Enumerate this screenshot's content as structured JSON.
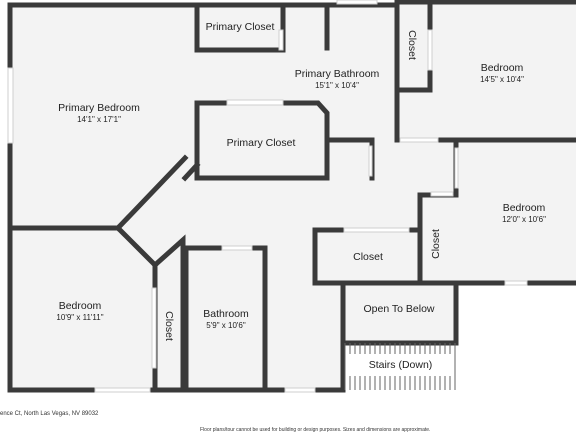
{
  "plan": {
    "rooms": {
      "primary_bedroom": {
        "name": "Primary Bedroom",
        "dims": "14'1\" x 17'1\""
      },
      "primary_closet_top": {
        "name": "Primary Closet"
      },
      "primary_bathroom": {
        "name": "Primary Bathroom",
        "dims": "15'1\" x 10'4\""
      },
      "closet_top": {
        "name": "Closet"
      },
      "bedroom_ne": {
        "name": "Bedroom",
        "dims": "14'5\" x 10'4\""
      },
      "primary_closet_mid": {
        "name": "Primary Closet"
      },
      "bedroom_e": {
        "name": "Bedroom",
        "dims": "12'0\" x 10'6\""
      },
      "closet_hall": {
        "name": "Closet"
      },
      "closet_e": {
        "name": "Closet"
      },
      "bedroom_sw": {
        "name": "Bedroom",
        "dims": "10'9\" x 11'11\""
      },
      "closet_sw": {
        "name": "Closet"
      },
      "bathroom": {
        "name": "Bathroom",
        "dims": "5'9\" x 10'6\""
      },
      "open_to_below": {
        "name": "Open To Below"
      },
      "stairs": {
        "name": "Stairs (Down)"
      }
    },
    "footer": {
      "address": "ence Ct, North Las Vegas, NV 89032",
      "disclaimer": "Floor plans/tour cannot be used for building or design purposes. Sizes and dimensions are approximate."
    },
    "colors": {
      "wall": "#3a3a3a",
      "floor": "#f3f3f3",
      "background": "#ffffff",
      "window": "#cfcfcf"
    }
  }
}
